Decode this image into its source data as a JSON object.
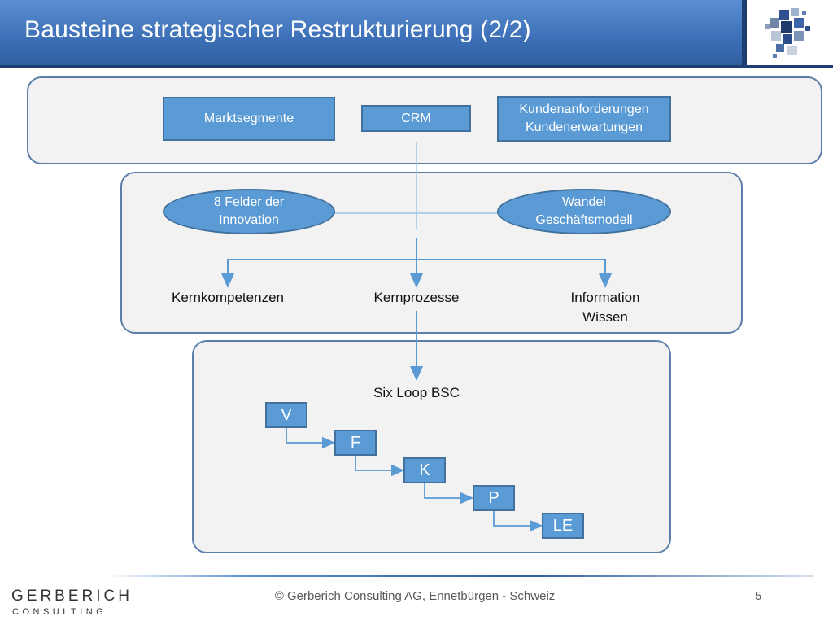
{
  "header": {
    "title": "Bausteine strategischer Restrukturierung (2/2)",
    "logo_icon": "cube-cluster-icon"
  },
  "top_panel": {
    "marktsegmente": "Marktsegmente",
    "crm": "CRM",
    "kunden_line1": "Kundenanforderungen",
    "kunden_line2": "Kundenerwartungen"
  },
  "middle_panel": {
    "oval_left_line1": "8 Felder der",
    "oval_left_line2": "Innovation",
    "oval_right_line1": "Wandel",
    "oval_right_line2": "Geschäftsmodell",
    "kernkompetenzen": "Kernkompetenzen",
    "kernprozesse": "Kernprozesse",
    "information_line1": "Information",
    "information_line2": "Wissen"
  },
  "bottom_panel": {
    "title": "Six Loop BSC",
    "steps": [
      "V",
      "F",
      "K",
      "P",
      "LE"
    ]
  },
  "footer": {
    "brand_name": "GERBERICH",
    "brand_sub": "CONSULTING",
    "copyright": "© Gerberich Consulting AG,  Ennetbürgen - Schweiz",
    "page_number": "5"
  },
  "colors": {
    "accent": "#5b9bd5",
    "accent_border": "#41719c",
    "title_blue": "#3c6fb6",
    "panel_bg": "#f2f2f2"
  }
}
